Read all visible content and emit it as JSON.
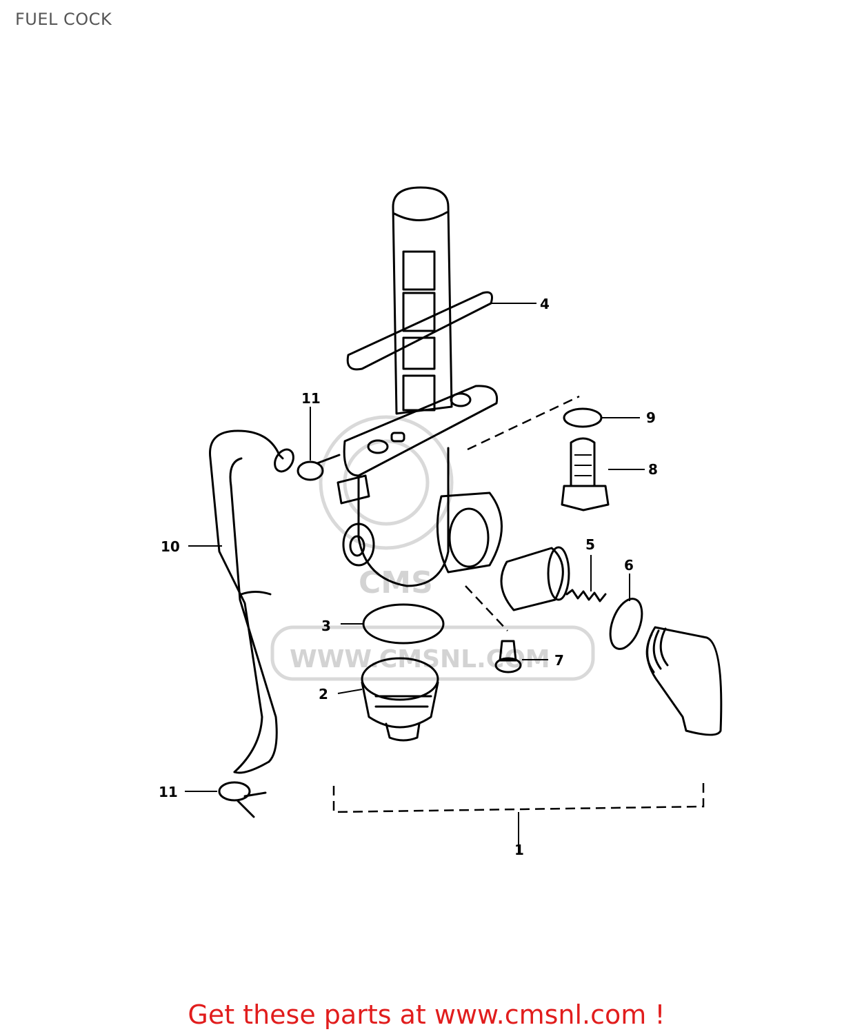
{
  "title": "FUEL COCK",
  "footer": "Get these parts at www.cmsnl.com !",
  "watermark": {
    "text": "WWW.CMSNL.COM",
    "logo": "CMS"
  },
  "callouts": [
    "1",
    "2",
    "3",
    "4",
    "5",
    "6",
    "7",
    "8",
    "9",
    "10",
    "11",
    "11"
  ],
  "colors": {
    "line": "#000000",
    "watermark": "#d3d3d3",
    "footer": "#e11d1d",
    "title": "#555555"
  }
}
